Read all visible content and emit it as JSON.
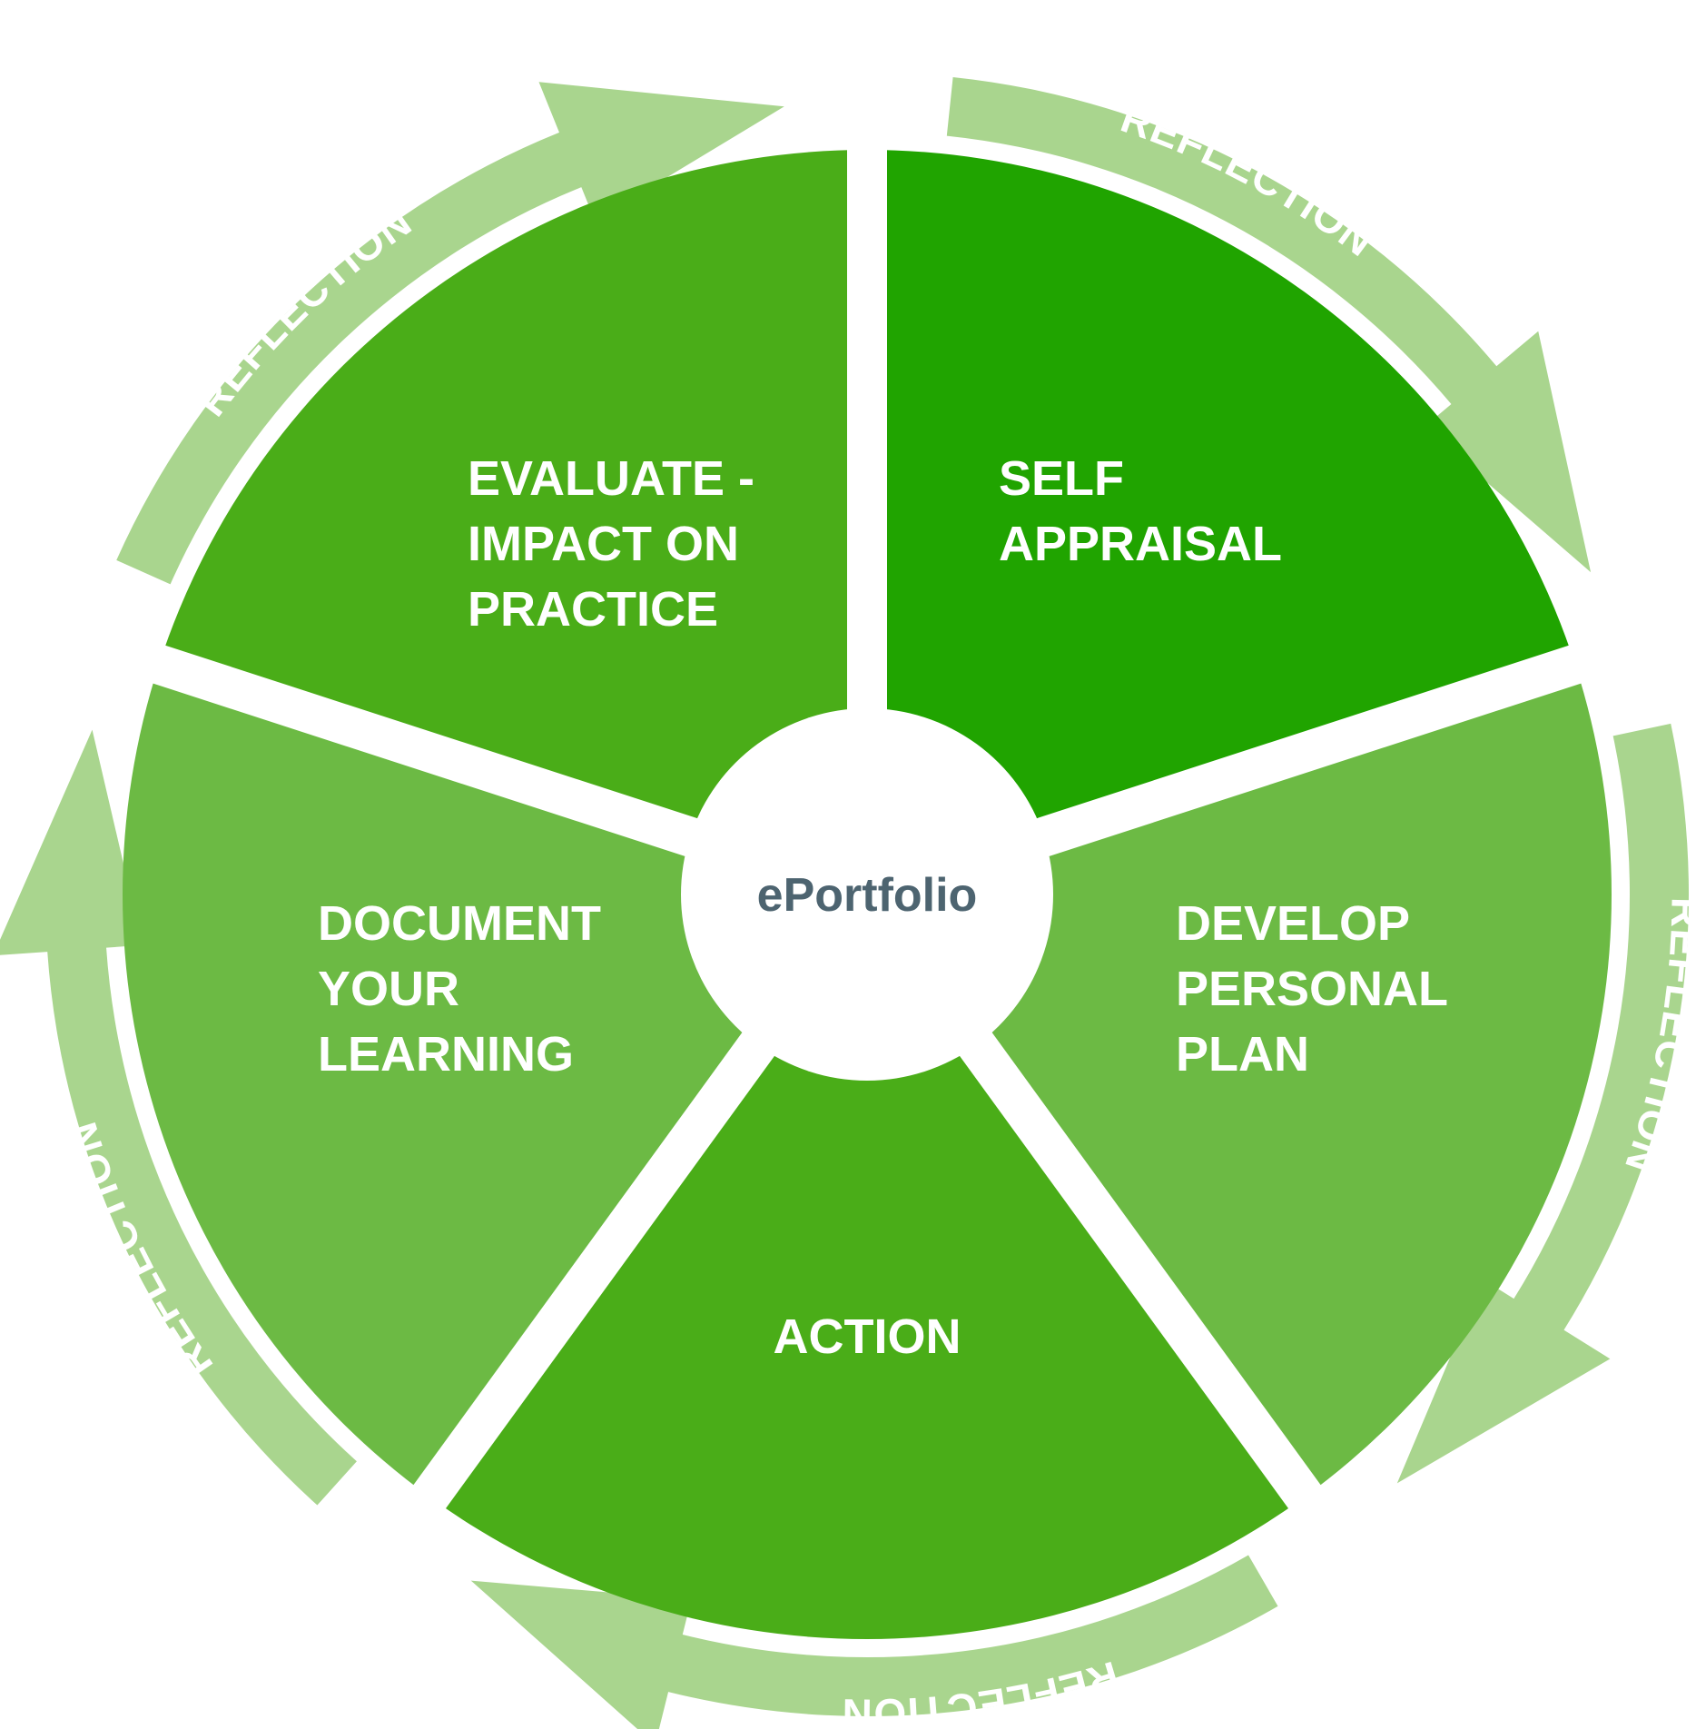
{
  "diagram": {
    "center_label": "ePortfolio",
    "segments": [
      {
        "id": "self-appraisal",
        "lines": [
          "SELF",
          "APPRAISAL"
        ],
        "color": "#20a400"
      },
      {
        "id": "develop-personal-plan",
        "lines": [
          "DEVELOP",
          "PERSONAL",
          "PLAN"
        ],
        "color": "#6cba44"
      },
      {
        "id": "action",
        "lines": [
          "ACTION"
        ],
        "color": "#4aad18"
      },
      {
        "id": "document-your-learning",
        "lines": [
          "DOCUMENT",
          "YOUR",
          "LEARNING"
        ],
        "color": "#6cba44"
      },
      {
        "id": "evaluate-impact-on-practice",
        "lines": [
          "EVALUATE -",
          "IMPACT ON",
          "PRACTICE"
        ],
        "color": "#4aad18"
      }
    ],
    "reflection_arrows": [
      {
        "label": "REFLECTION"
      },
      {
        "label": "REFLECTION"
      },
      {
        "label": "REFLECTION"
      },
      {
        "label": "REFLECTION"
      },
      {
        "label": "REFLECTION"
      }
    ],
    "colors": {
      "arrow_outer": "#a9d58e",
      "arrow_mid": "#6cba44",
      "center_text": "#4d6470",
      "gap": "#ffffff"
    }
  }
}
